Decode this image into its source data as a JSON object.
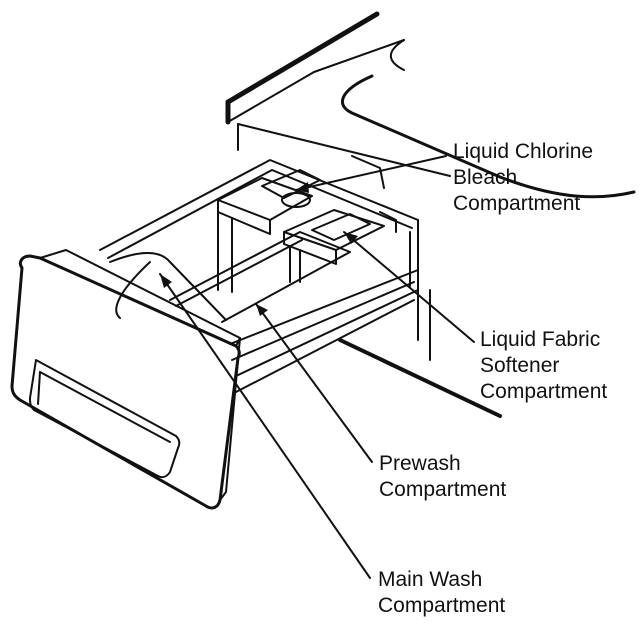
{
  "colors": {
    "ink": "#111111",
    "background": "#ffffff"
  },
  "labels": {
    "bleach": {
      "line1": "Liquid Chlorine",
      "line2": "Bleach",
      "line3": "Compartment"
    },
    "softener": {
      "line1": "Liquid Fabric",
      "line2": "Softener",
      "line3": "Compartment"
    },
    "prewash": {
      "line1": "Prewash",
      "line2": "Compartment"
    },
    "main_wash": {
      "line1": "Main Wash",
      "line2": "Compartment"
    }
  }
}
